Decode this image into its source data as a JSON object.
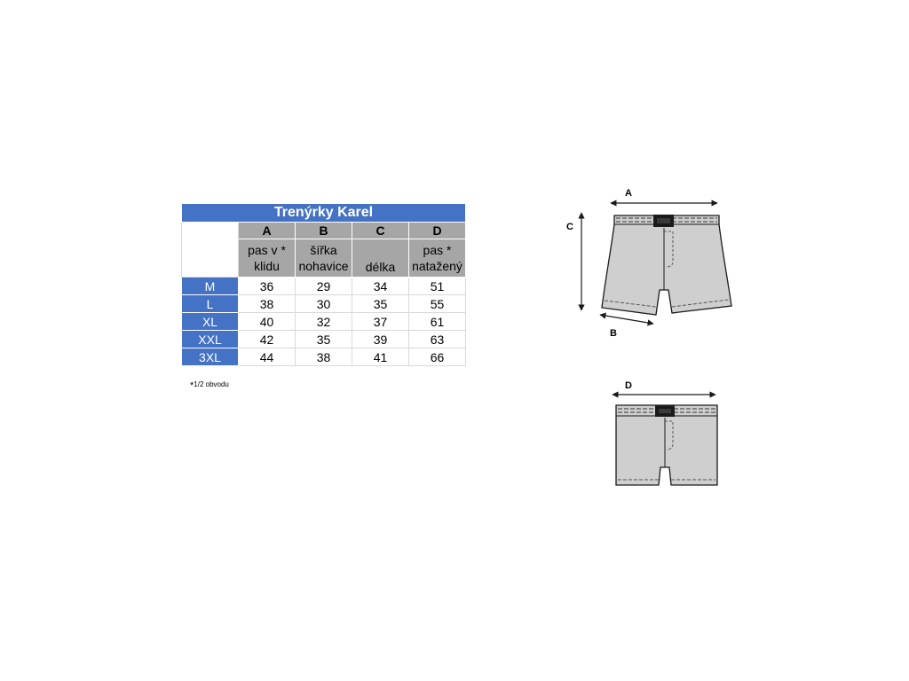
{
  "table": {
    "title": "Trenýrky Karel",
    "letters": [
      "A",
      "B",
      "C",
      "D"
    ],
    "labels": [
      {
        "line1": "pas v *",
        "line2": "klidu"
      },
      {
        "line1": "šířka",
        "line2": "nohavice"
      },
      {
        "line1": "",
        "line2": "délka"
      },
      {
        "line1": "pas *",
        "line2": "natažený"
      }
    ],
    "rows": [
      {
        "size": "M",
        "values": [
          "36",
          "29",
          "34",
          "51"
        ]
      },
      {
        "size": "L",
        "values": [
          "38",
          "30",
          "35",
          "55"
        ]
      },
      {
        "size": "XL",
        "values": [
          "40",
          "32",
          "37",
          "61"
        ]
      },
      {
        "size": "XXL",
        "values": [
          "42",
          "35",
          "39",
          "63"
        ]
      },
      {
        "size": "3XL",
        "values": [
          "44",
          "38",
          "41",
          "66"
        ]
      }
    ]
  },
  "footnote": {
    "star": "*",
    "text": "1/2 obvodu"
  },
  "diagram": {
    "top_labels": {
      "a": "A",
      "b": "B",
      "c": "C"
    },
    "bottom_labels": {
      "d": "D"
    },
    "colors": {
      "garment": "#cfcfcf",
      "outline": "#1a1a1a",
      "table_blue": "#4472c4",
      "table_gray": "#a6a6a6"
    }
  }
}
